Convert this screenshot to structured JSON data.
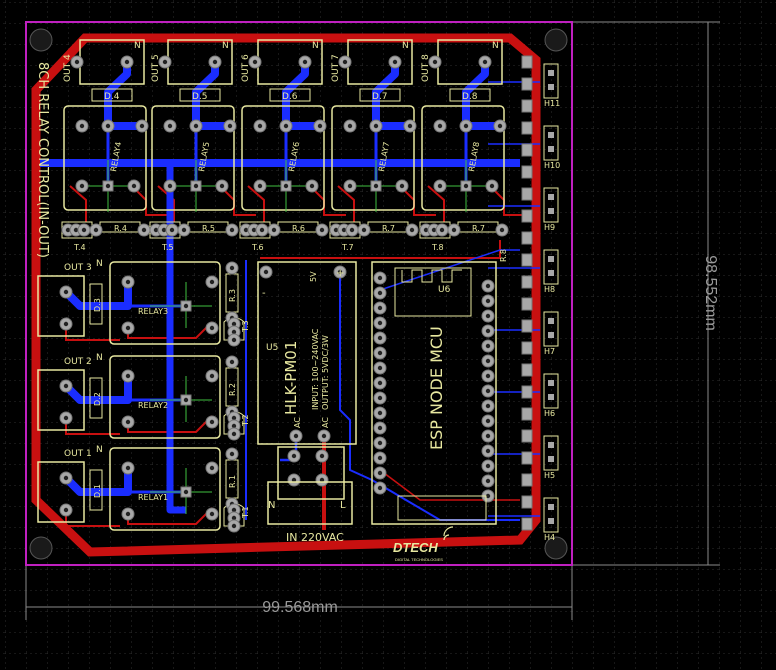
{
  "board": {
    "title": "8CH RELAY CONTROL(IN-OUT)",
    "width_label": "99.568mm",
    "height_label": "98.552mm",
    "brand": "DTECH",
    "brand_sub": "DIGITAL TECHNOLOGIES"
  },
  "top_relays": [
    {
      "out": "OUT 4",
      "d": "D.4",
      "relay": "RELAY4",
      "t": "T.4",
      "r": "R.4"
    },
    {
      "out": "OUT 5",
      "d": "D.5",
      "relay": "RELAY5",
      "t": "T.5",
      "r": "R.5"
    },
    {
      "out": "OUT 6",
      "d": "D.6",
      "relay": "RELAY6",
      "t": "T.6",
      "r": "R.6"
    },
    {
      "out": "OUT 7",
      "d": "D.7",
      "relay": "RELAY7",
      "t": "T.7",
      "r": "R.7"
    },
    {
      "out": "OUT 8",
      "d": "D.8",
      "relay": "RELAY8",
      "t": "T.8",
      "r": "R.7"
    }
  ],
  "left_relays": [
    {
      "out": "OUT 3",
      "d": "D.3",
      "relay": "RELAY3",
      "t": "T.3",
      "r": "R.3"
    },
    {
      "out": "OUT 2",
      "d": "D.2",
      "relay": "RELAY2",
      "t": "T.2",
      "r": "R.2"
    },
    {
      "out": "OUT 1",
      "d": "D.1",
      "relay": "RELAY1",
      "t": "T.1",
      "r": "R.1"
    }
  ],
  "n_label": "N",
  "l_label": "L",
  "power_module": {
    "designator": "U5",
    "name": "HLK-PM01",
    "input": "INPUT: 100~240VAC",
    "output": "OUTPUT: 5VDC/3W",
    "ac1": "AC",
    "ac2": "AC",
    "v5": "5V",
    "plus": "+",
    "minus": "-"
  },
  "mcu": {
    "designator": "U6",
    "name": "ESP NODE MCU",
    "r8": "R.8"
  },
  "headers": [
    "H11",
    "H10",
    "H9",
    "H8",
    "H7",
    "H6",
    "H5",
    "H4"
  ],
  "mains": {
    "label": "IN 220VAC",
    "n": "N",
    "l": "L"
  }
}
